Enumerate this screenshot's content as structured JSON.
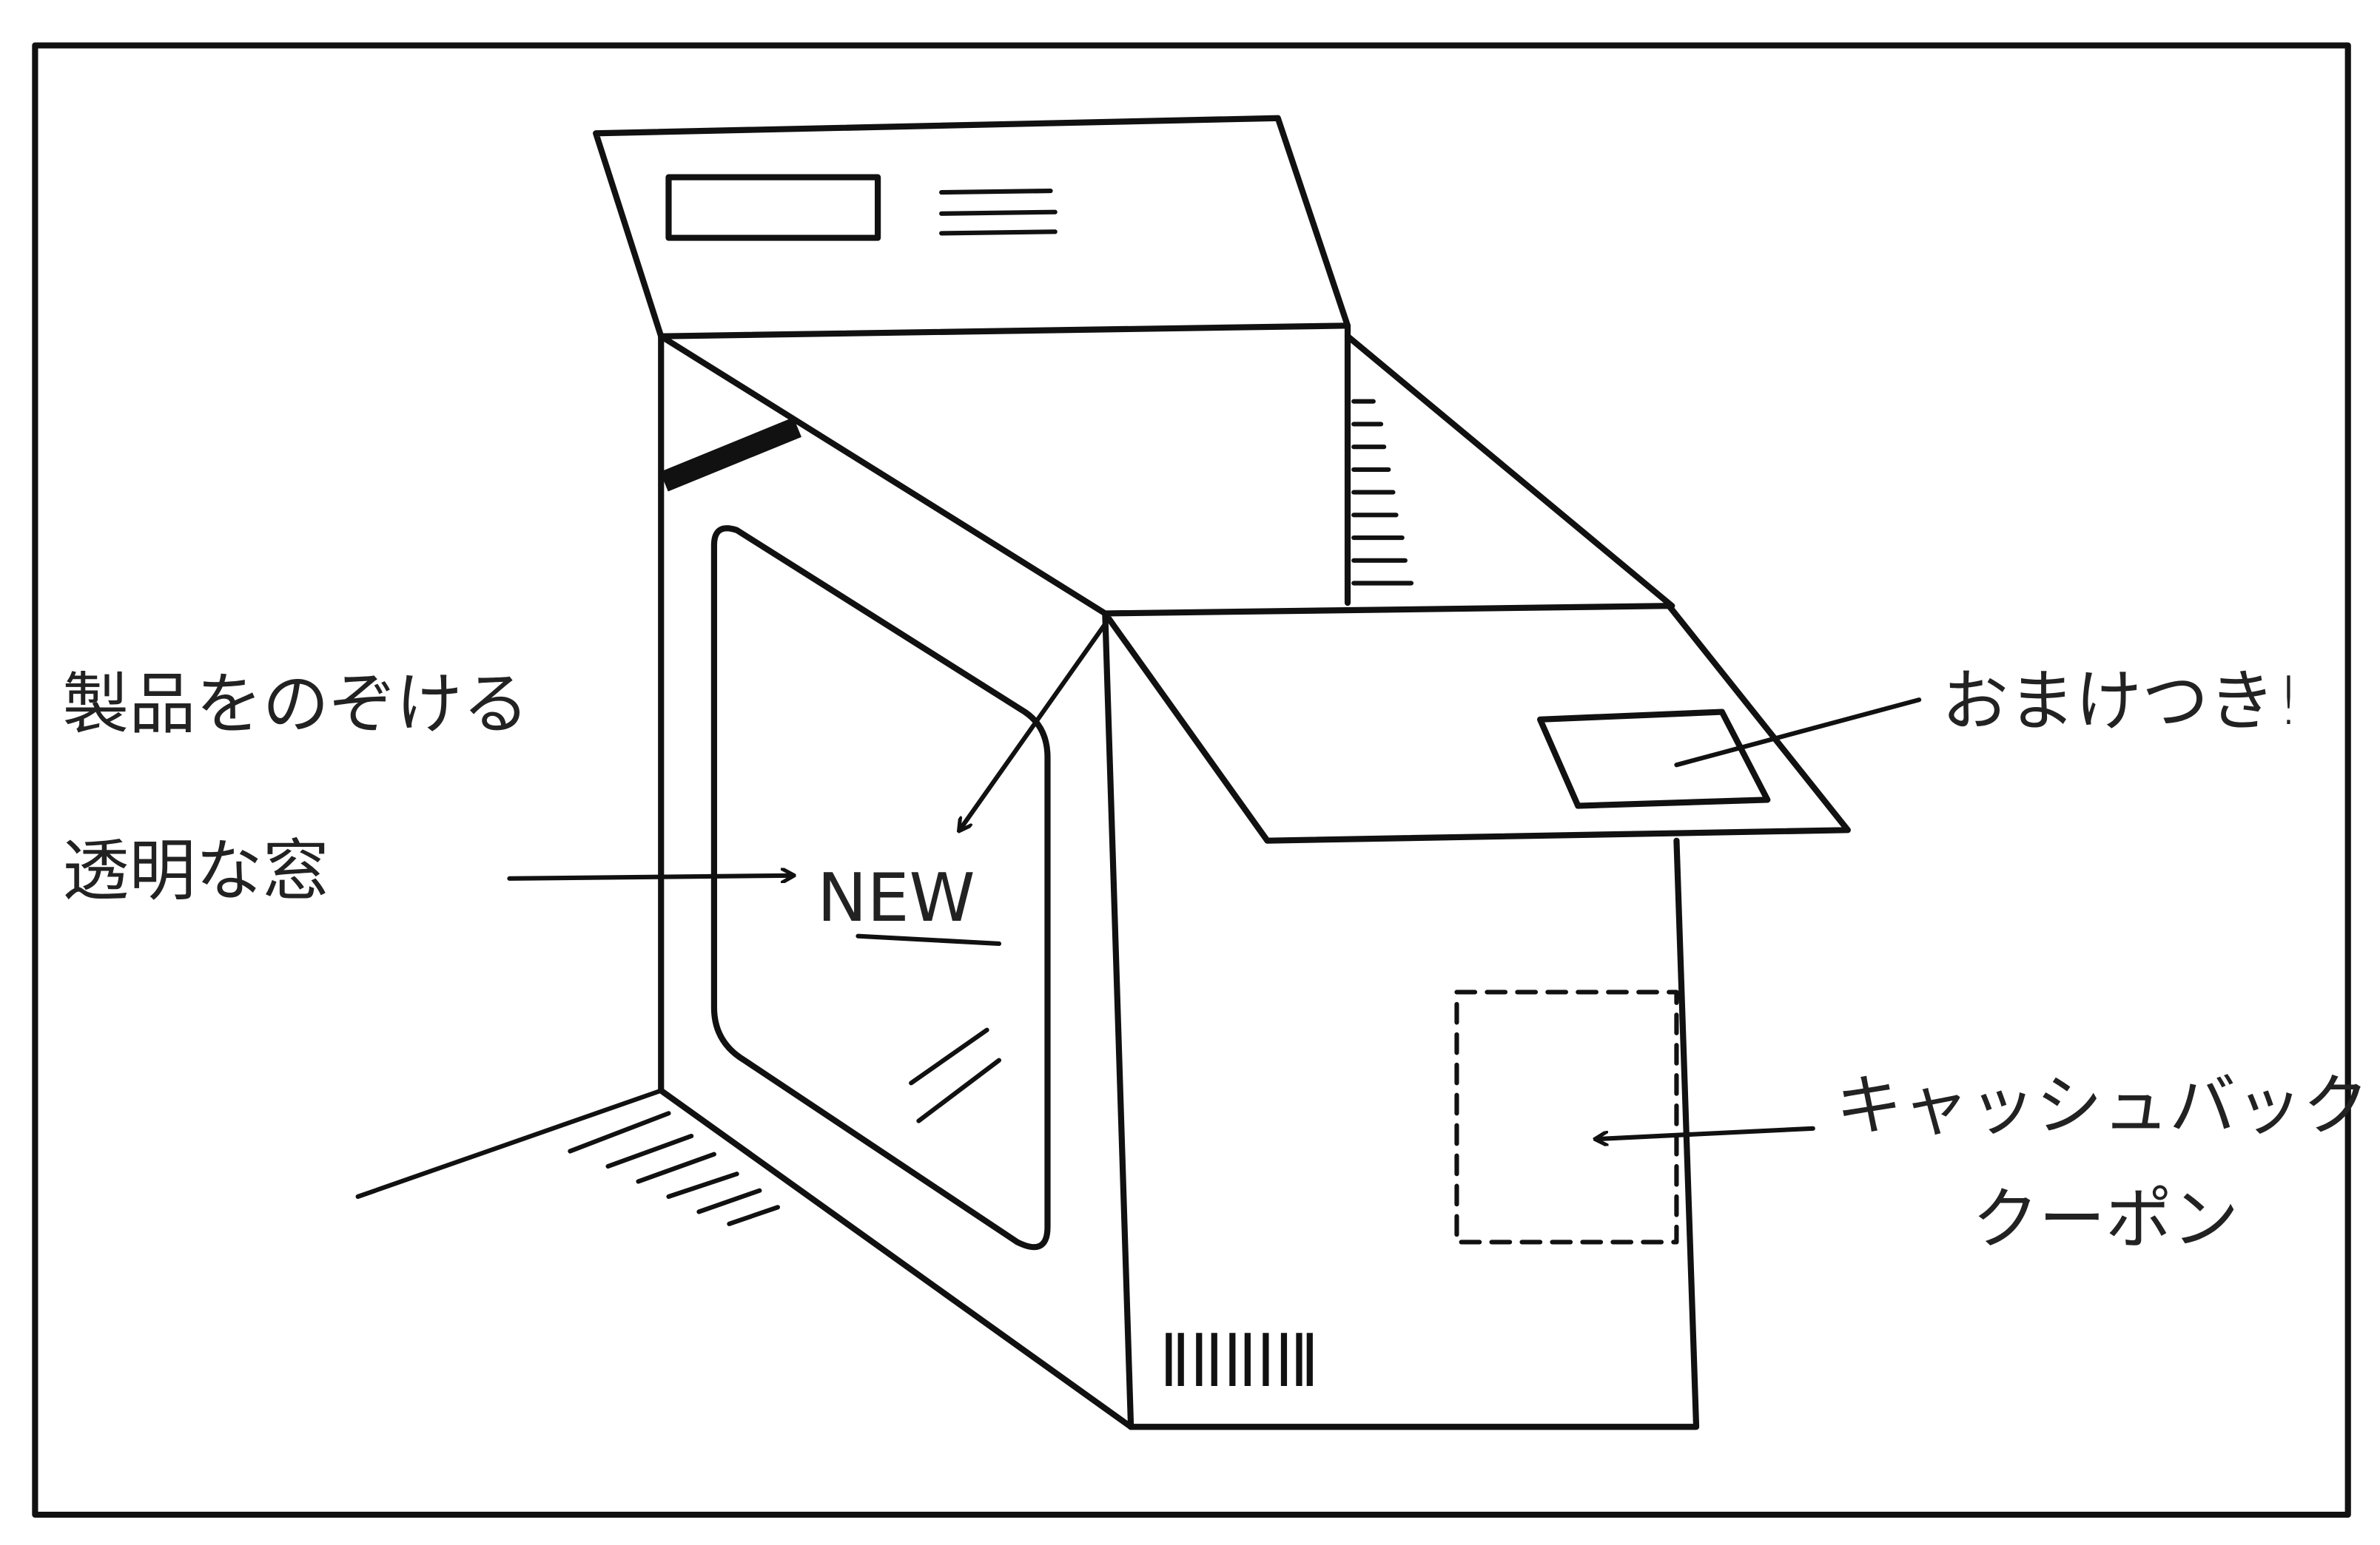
{
  "labels": {
    "window_line1": "製品をのぞける",
    "window_line2": "透明な窓",
    "new_badge": "NEW",
    "bonus": "おまけつき!",
    "coupon_line1": "キャッシュバック",
    "coupon_line2": "クーポン"
  },
  "colors": {
    "ink": "#111111",
    "paper": "#ffffff"
  }
}
